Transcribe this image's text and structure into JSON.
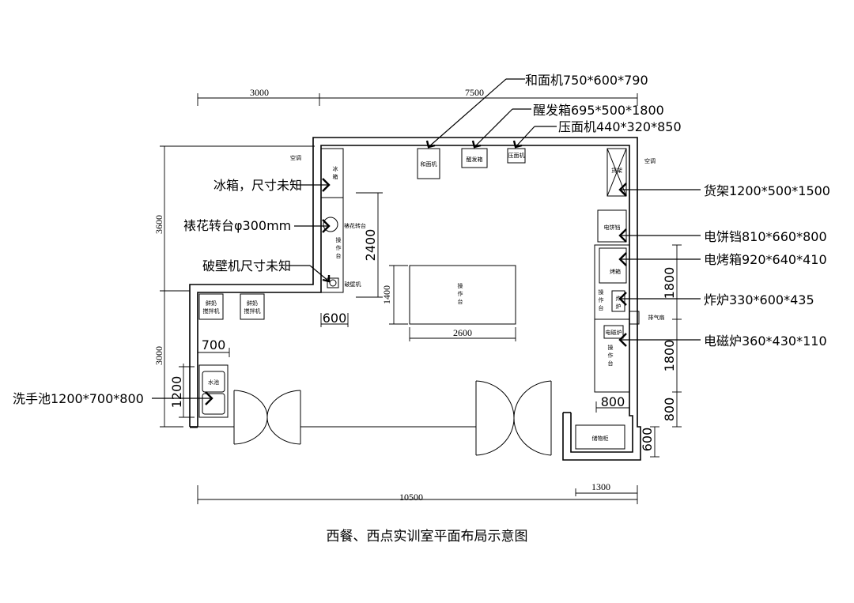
{
  "title": "西餐、西点实训室平面布局示意图",
  "dimensions": {
    "top_left": "3000",
    "top_right": "7500",
    "left_upper": "3600",
    "left_lower": "3000",
    "bottom_total": "10500",
    "bottom_right": "1300",
    "sink_height": "1200",
    "sink_width": "700",
    "station_height": "2400",
    "station_width": "600",
    "table_height": "1400",
    "table_width": "2600",
    "right_upper": "1800",
    "right_middle": "1800",
    "right_lower": "800",
    "right_width": "800",
    "cabinet_depth": "600"
  },
  "callouts": {
    "mixer": "和面机750*600*790",
    "proofer": "醒发箱695*500*1800",
    "sheeter": "压面机440*320*850",
    "fridge": "冰箱，尺寸未知",
    "turntable": "裱花转台φ300mm",
    "blender": "破壁机尺寸未知",
    "shelf": "货架1200*500*1500",
    "griddle": "电饼铛810*660*800",
    "oven": "电烤箱920*640*410",
    "fryer": "炸炉330*600*435",
    "induction": "电磁炉360*430*110",
    "sink": "洗手池1200*700*800"
  },
  "room_labels": {
    "ac_left": "空调",
    "ac_right": "空调",
    "fridge": "冰箱",
    "mixer": "和面机",
    "proofer": "醒发箱",
    "sheeter": "压面机",
    "shelf": "货架",
    "turntable": "裱花转台",
    "blender": "破壁机",
    "station": "操作台",
    "center_table": "操作台",
    "fresh_milk_1": "鲜奶搅拌机",
    "fresh_milk_2": "鲜奶搅拌机",
    "sink": "水池",
    "griddle": "电饼铛",
    "oven": "烤箱",
    "fryer": "炸炉",
    "right_station_1": "操作台",
    "induction": "电磁炉",
    "right_station_2": "操作台",
    "exhaust": "排气扇",
    "storage": "储物柜"
  }
}
